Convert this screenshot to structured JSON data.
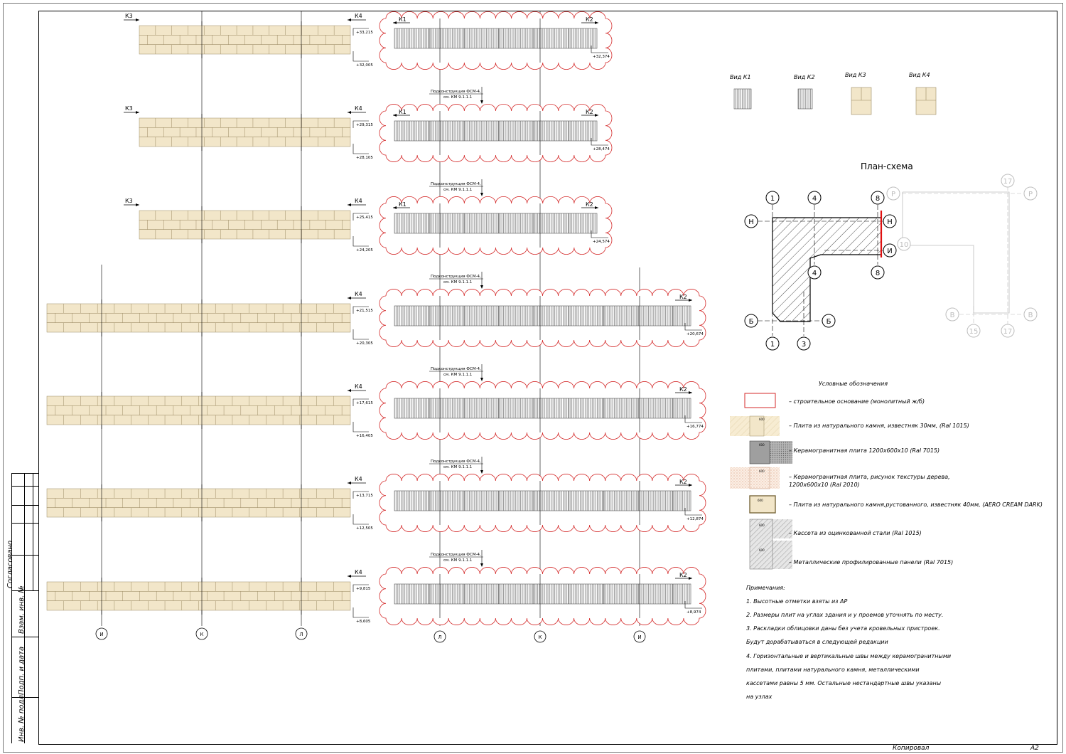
{
  "colors": {
    "stone": "#f2e6c9",
    "stone_border": "#9c8a63",
    "porcelain_stripe": "#8a8a8a",
    "cloud": "#d42a2a",
    "red_mark": "#e01010",
    "faded": "#bdbdbd"
  },
  "sheet": {
    "copied_label": "Копировал",
    "format_label": "А2"
  },
  "side_stamp": {
    "agreed": "Согласовано",
    "replace_inv": "Взам. инв. №",
    "sign_date": "Подп. и дата",
    "inv_original": "Инв. № подл."
  },
  "section_marks": {
    "k1": "К1",
    "k2": "К2",
    "k3": "К3",
    "k4": "К4"
  },
  "subframe_note": {
    "line1": "Подконструкция ФСМ-4,",
    "line2": "см. КМ 9.1.1.1"
  },
  "elevations": {
    "left_top": [
      "+33,215",
      "+29,315",
      "+25,415",
      "+21,515",
      "+17,615",
      "+13,715",
      "+9,815"
    ],
    "left_bottom": [
      "+32,005",
      "+28,105",
      "+24,205",
      "+20,305",
      "+16,405",
      "+12,505",
      "+8,605"
    ],
    "right": [
      "+32,374",
      "+28,474",
      "+24,574",
      "+20,674",
      "+16,774",
      "+12,874",
      "+8,974"
    ]
  },
  "axes": {
    "left": [
      "И",
      "К",
      "Л"
    ],
    "right": [
      "Л",
      "К",
      "И"
    ]
  },
  "views": {
    "k1": "Вид К1",
    "k2": "Вид К2",
    "k3": "Вид К3",
    "k4": "Вид К4"
  },
  "plan": {
    "title": "План-схема",
    "top_axes": [
      "1",
      "4",
      "8",
      "17"
    ],
    "left_rows": [
      "Н",
      "Б",
      "В"
    ],
    "right_rows": [
      "Н",
      "И",
      "Б",
      "Р",
      "В"
    ],
    "inner_axes": [
      "4",
      "8",
      "10"
    ],
    "bottom_axes": [
      "1",
      "3",
      "15",
      "17"
    ]
  },
  "legend": {
    "title": "Условные обозначения",
    "items": [
      "– строительное основание (монолитный ж/б)",
      "– Плита из натурального камня, известняк 30мм, (Ral 1015)",
      "– Керамогранитная плита 1200х600х10 (Ral 7015)",
      "– Керамогранитная плита, рисунок текстуры дерева, 1200х600х10 (Ral 2010)",
      "– Плита из натурального камня,рустованного, известняк 40мм, (AERO CREAM DARK)",
      "– Кассета из оцинкованной стали (Ral 1015)",
      "– Металлические профилированные панели (Ral 7015)"
    ],
    "swatch_labels": [
      "600"
    ]
  },
  "notes": {
    "title": "Примечания:",
    "lines": [
      "1. Высотные отметки взяты из АР",
      "2. Размеры плит на углах здания и у проемов уточнять по месту.",
      "3. Раскладки облицовки даны без учета кровельных пристроек.",
      "Будут дорабатываться в следующей редакции",
      "4. Горизонтальные и вертикальные швы между керамогранитными",
      "плитами, плитами натурального камня, металлическими",
      "кассетами равны 5 мм. Остальные нестандартные швы указаны",
      "на узлах"
    ]
  }
}
